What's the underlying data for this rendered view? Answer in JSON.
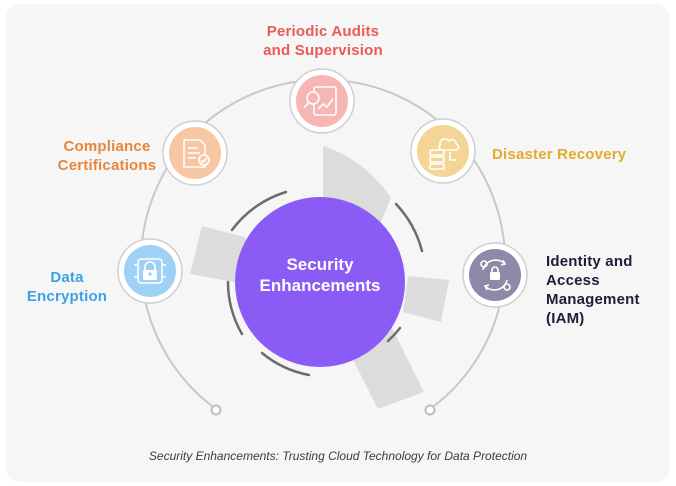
{
  "center": {
    "label": "Security\nEnhancements",
    "color": "#8a5cf5"
  },
  "nodes": [
    {
      "id": "data-encryption",
      "label": "Data\nEncryption",
      "color": "#3aa3e6",
      "icon": "lock-shield-icon"
    },
    {
      "id": "compliance-certifications",
      "label": "Compliance\nCertifications",
      "color": "#e8863a",
      "icon": "certificate-document-icon"
    },
    {
      "id": "periodic-audits",
      "label": "Periodic Audits\nand Supervision",
      "color": "#ea5a57",
      "icon": "audit-report-icon"
    },
    {
      "id": "disaster-recovery",
      "label": "Disaster Recovery",
      "color": "#e3aa2e",
      "icon": "cloud-database-icon"
    },
    {
      "id": "identity-access",
      "label": "Identity and\nAccess\nManagement\n(IAM)",
      "color": "#1e1e3a",
      "icon": "access-cycle-icon"
    }
  ],
  "caption": "Security Enhancements: Trusting Cloud Technology for Data Protection"
}
